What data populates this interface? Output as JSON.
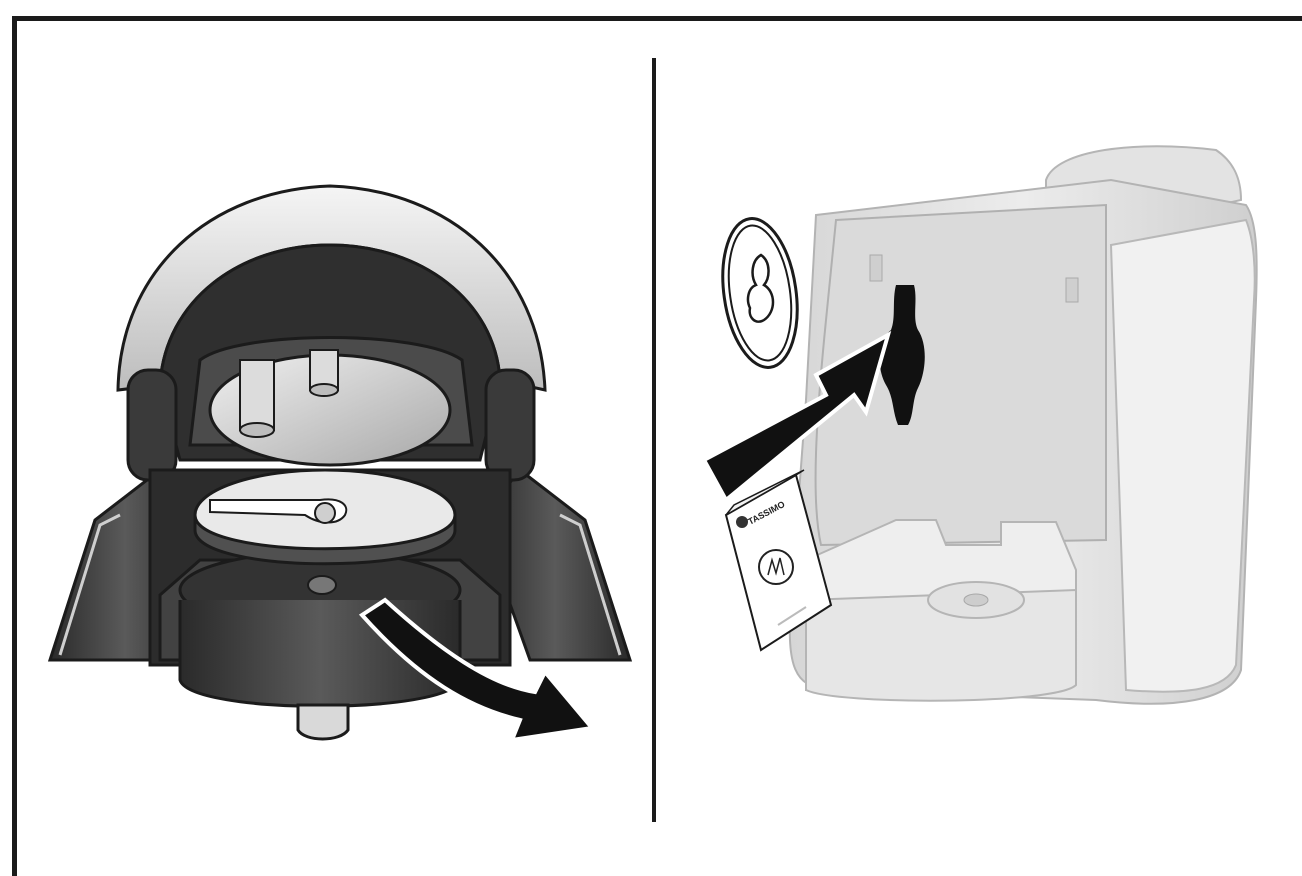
{
  "figure": {
    "leaflet": {
      "brand": "TASSIMO"
    }
  },
  "colors": {
    "outline": "#1b1b1b",
    "machine_light": "#e2e2e2",
    "machine_dark": "#3e3e3e",
    "arrow": "#111111"
  },
  "icons": {
    "left": "brewing-unit-with-disc-holder-removal-arrow",
    "right": "machine-with-service-tdisc-insertion-arrow",
    "callout": "disc-holder-piercer-callout-icon"
  }
}
